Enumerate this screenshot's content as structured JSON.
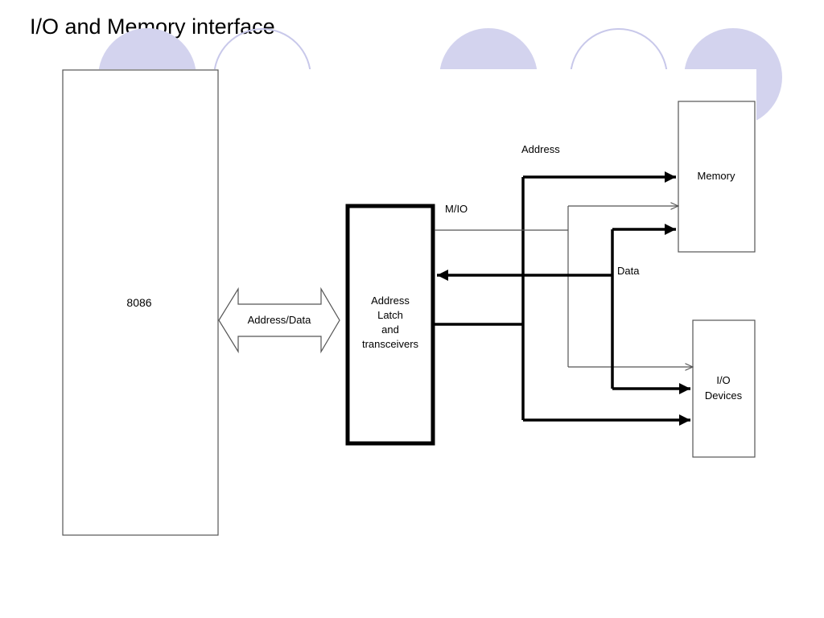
{
  "slide": {
    "title": "I/O and Memory interface"
  },
  "diagram": {
    "blocks": {
      "cpu": "8086",
      "latch": [
        "Address",
        "Latch",
        "and",
        "transceivers"
      ],
      "memory": "Memory",
      "io": [
        "I/O",
        "Devices"
      ]
    },
    "signals": {
      "bidirectional_bus": "Address/Data",
      "mio": "M/IO",
      "address": "Address",
      "data": "Data"
    }
  },
  "theme": {
    "circle_fill": "#d3d3ee",
    "circle_outline": "#c8c8ea",
    "line": "#000000",
    "thin_line": "#555555"
  }
}
